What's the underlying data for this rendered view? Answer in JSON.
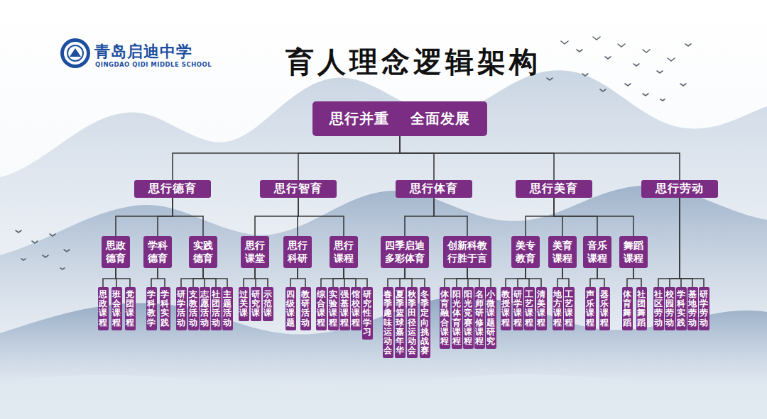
{
  "diagram": {
    "title": "育人理念逻辑架构",
    "nodes": [
      {
        "text": [
          "思行并重 全面发展"
        ]
      },
      {
        "text": [
          "思行德育"
        ]
      },
      {
        "text": [
          "思行智育"
        ]
      },
      {
        "text": [
          "思行体育"
        ]
      },
      {
        "text": [
          "思行美育"
        ]
      },
      {
        "text": [
          "思行劳动"
        ]
      },
      {
        "text": [
          "思政德育"
        ]
      },
      {
        "text": [
          "学科德育"
        ]
      },
      {
        "text": [
          "实践德育"
        ]
      },
      {
        "text": [
          "思行课堂"
        ]
      },
      {
        "text": [
          "思行科研"
        ]
      },
      {
        "text": [
          "思行课程"
        ]
      },
      {
        "text": [
          "四季启迪多彩体育"
        ]
      },
      {
        "text": [
          "创新科教行胜于言"
        ]
      },
      {
        "text": [
          "美专教育"
        ]
      },
      {
        "text": [
          "美育课程"
        ]
      },
      {
        "text": [
          "音乐课程"
        ]
      },
      {
        "text": [
          "舞蹈课程"
        ]
      },
      {
        "text": [
          "思政课程"
        ]
      },
      {
        "text": [
          "班会课程"
        ]
      },
      {
        "text": [
          "党团课程"
        ]
      },
      {
        "text": [
          "学科教学"
        ]
      },
      {
        "text": [
          "学科实践"
        ]
      },
      {
        "text": [
          "研学活动"
        ]
      },
      {
        "text": [
          "支教活动"
        ]
      },
      {
        "text": [
          "志愿活动"
        ]
      },
      {
        "text": [
          "社团活动"
        ]
      },
      {
        "text": [
          "主题活动"
        ]
      },
      {
        "text": [
          "过关课"
        ]
      },
      {
        "text": [
          "研究课"
        ]
      },
      {
        "text": [
          "示范课"
        ]
      },
      {
        "text": [
          "四级课题"
        ]
      },
      {
        "text": [
          "教研活动"
        ]
      },
      {
        "text": [
          "综合课程"
        ]
      },
      {
        "text": [
          "实验课程"
        ]
      },
      {
        "text": [
          "强基课程"
        ]
      },
      {
        "text": [
          "馆校课程"
        ]
      },
      {
        "text": [
          "研究性学习"
        ]
      },
      {
        "text": [
          "春季趣味运动会"
        ]
      },
      {
        "text": [
          "夏季篮球嘉年华"
        ]
      },
      {
        "text": [
          "秋季田径运动会"
        ]
      },
      {
        "text": [
          "冬季定向挑战赛"
        ]
      },
      {
        "text": [
          "体育融合课程"
        ]
      },
      {
        "text": [
          "阳光体育课程"
        ]
      },
      {
        "text": [
          "阳光竞赛课程"
        ]
      },
      {
        "text": [
          "名师研修课程"
        ]
      },
      {
        "text": [
          "小微课题研究"
        ]
      },
      {
        "text": [
          "教授课程"
        ]
      },
      {
        "text": [
          "研学课程"
        ]
      },
      {
        "text": [
          "工艺课程"
        ]
      },
      {
        "text": [
          "清美课程"
        ]
      },
      {
        "text": [
          "地方课程"
        ]
      },
      {
        "text": [
          "工艺课程"
        ]
      },
      {
        "text": [
          "声乐课程"
        ]
      },
      {
        "text": [
          "器乐课程"
        ]
      },
      {
        "text": [
          "体育舞蹈"
        ]
      },
      {
        "text": [
          "社团舞蹈"
        ]
      },
      {
        "text": [
          "社区劳动"
        ]
      },
      {
        "text": [
          "校园劳动"
        ]
      },
      {
        "text": [
          "学科实践"
        ]
      },
      {
        "text": [
          "基地劳动"
        ]
      },
      {
        "text": [
          "研学劳动"
        ]
      }
    ],
    "edges": [
      {
        "from": 0,
        "to": 1,
        "arrow": "none"
      },
      {
        "from": 0,
        "to": 2,
        "arrow": "none"
      },
      {
        "from": 0,
        "to": 3,
        "arrow": "none"
      },
      {
        "from": 0,
        "to": 4,
        "arrow": "none"
      },
      {
        "from": 0,
        "to": 5,
        "arrow": "none"
      },
      {
        "from": 1,
        "to": 6,
        "arrow": "none"
      },
      {
        "from": 1,
        "to": 7,
        "arrow": "none"
      },
      {
        "from": 1,
        "to": 8,
        "arrow": "none"
      },
      {
        "from": 2,
        "to": 9,
        "arrow": "none"
      },
      {
        "from": 2,
        "to": 10,
        "arrow": "none"
      },
      {
        "from": 2,
        "to": 11,
        "arrow": "none"
      },
      {
        "from": 3,
        "to": 12,
        "arrow": "none"
      },
      {
        "from": 3,
        "to": 13,
        "arrow": "none"
      },
      {
        "from": 4,
        "to": 14,
        "arrow": "none"
      },
      {
        "from": 4,
        "to": 15,
        "arrow": "none"
      },
      {
        "from": 4,
        "to": 16,
        "arrow": "none"
      },
      {
        "from": 4,
        "to": 17,
        "arrow": "none"
      },
      {
        "from": 5,
        "to": 57,
        "arrow": "none"
      },
      {
        "from": 5,
        "to": 58,
        "arrow": "none"
      },
      {
        "from": 5,
        "to": 59,
        "arrow": "none"
      },
      {
        "from": 5,
        "to": 60,
        "arrow": "none"
      },
      {
        "from": 5,
        "to": 61,
        "arrow": "none"
      },
      {
        "from": 6,
        "to": 18,
        "arrow": "none"
      },
      {
        "from": 6,
        "to": 19,
        "arrow": "none"
      },
      {
        "from": 6,
        "to": 20,
        "arrow": "none"
      },
      {
        "from": 7,
        "to": 21,
        "arrow": "none"
      },
      {
        "from": 7,
        "to": 22,
        "arrow": "none"
      },
      {
        "from": 8,
        "to": 23,
        "arrow": "none"
      },
      {
        "from": 8,
        "to": 24,
        "arrow": "none"
      },
      {
        "from": 8,
        "to": 25,
        "arrow": "none"
      },
      {
        "from": 8,
        "to": 26,
        "arrow": "none"
      },
      {
        "from": 8,
        "to": 27,
        "arrow": "none"
      },
      {
        "from": 9,
        "to": 28,
        "arrow": "none"
      },
      {
        "from": 9,
        "to": 29,
        "arrow": "none"
      },
      {
        "from": 9,
        "to": 30,
        "arrow": "none"
      },
      {
        "from": 10,
        "to": 31,
        "arrow": "none"
      },
      {
        "from": 10,
        "to": 32,
        "arrow": "none"
      },
      {
        "from": 11,
        "to": 33,
        "arrow": "none"
      },
      {
        "from": 11,
        "to": 34,
        "arrow": "none"
      },
      {
        "from": 11,
        "to": 35,
        "arrow": "none"
      },
      {
        "from": 11,
        "to": 36,
        "arrow": "none"
      },
      {
        "from": 11,
        "to": 37,
        "arrow": "none"
      },
      {
        "from": 12,
        "to": 38,
        "arrow": "none"
      },
      {
        "from": 12,
        "to": 39,
        "arrow": "none"
      },
      {
        "from": 12,
        "to": 40,
        "arrow": "none"
      },
      {
        "from": 12,
        "to": 41,
        "arrow": "none"
      },
      {
        "from": 13,
        "to": 42,
        "arrow": "none"
      },
      {
        "from": 13,
        "to": 43,
        "arrow": "none"
      },
      {
        "from": 13,
        "to": 44,
        "arrow": "none"
      },
      {
        "from": 13,
        "to": 45,
        "arrow": "none"
      },
      {
        "from": 13,
        "to": 46,
        "arrow": "none"
      },
      {
        "from": 14,
        "to": 47,
        "arrow": "none"
      },
      {
        "from": 14,
        "to": 48,
        "arrow": "none"
      },
      {
        "from": 14,
        "to": 49,
        "arrow": "none"
      },
      {
        "from": 14,
        "to": 50,
        "arrow": "none"
      },
      {
        "from": 15,
        "to": 51,
        "arrow": "none"
      },
      {
        "from": 15,
        "to": 52,
        "arrow": "none"
      },
      {
        "from": 16,
        "to": 53,
        "arrow": "none"
      },
      {
        "from": 16,
        "to": 54,
        "arrow": "none"
      },
      {
        "from": 17,
        "to": 55,
        "arrow": "none"
      },
      {
        "from": 17,
        "to": 56,
        "arrow": "none"
      }
    ],
    "labels": [
      "青岛启迪中学",
      "QINGDAO QIDI MIDDLE SCHOOL"
    ]
  }
}
